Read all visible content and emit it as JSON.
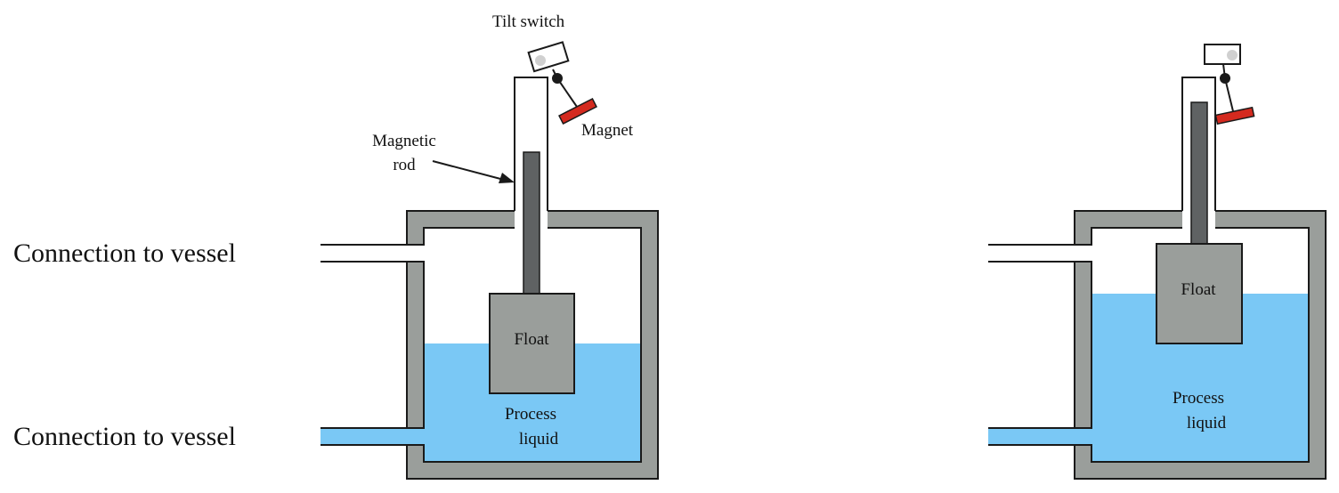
{
  "labels": {
    "connection_top": "Connection to vessel",
    "connection_bottom": "Connection to vessel",
    "tilt_switch": "Tilt switch",
    "magnet": "Magnet",
    "magnetic_rod_line1": "Magnetic",
    "magnetic_rod_line2": "rod"
  },
  "left_unit": {
    "float_label": "Float",
    "liquid_label_line1": "Process",
    "liquid_label_line2": "liquid"
  },
  "right_unit": {
    "float_label": "Float",
    "liquid_label_line1": "Process",
    "liquid_label_line2": "liquid"
  },
  "colors": {
    "wall": "#9a9e9b",
    "liquid": "#7ac8f5",
    "rod": "#5f6263",
    "float": "#9a9e9b",
    "magnet": "#d42a1f",
    "switch_ball": "#d0d0d0",
    "outline": "#1a1a1a"
  }
}
